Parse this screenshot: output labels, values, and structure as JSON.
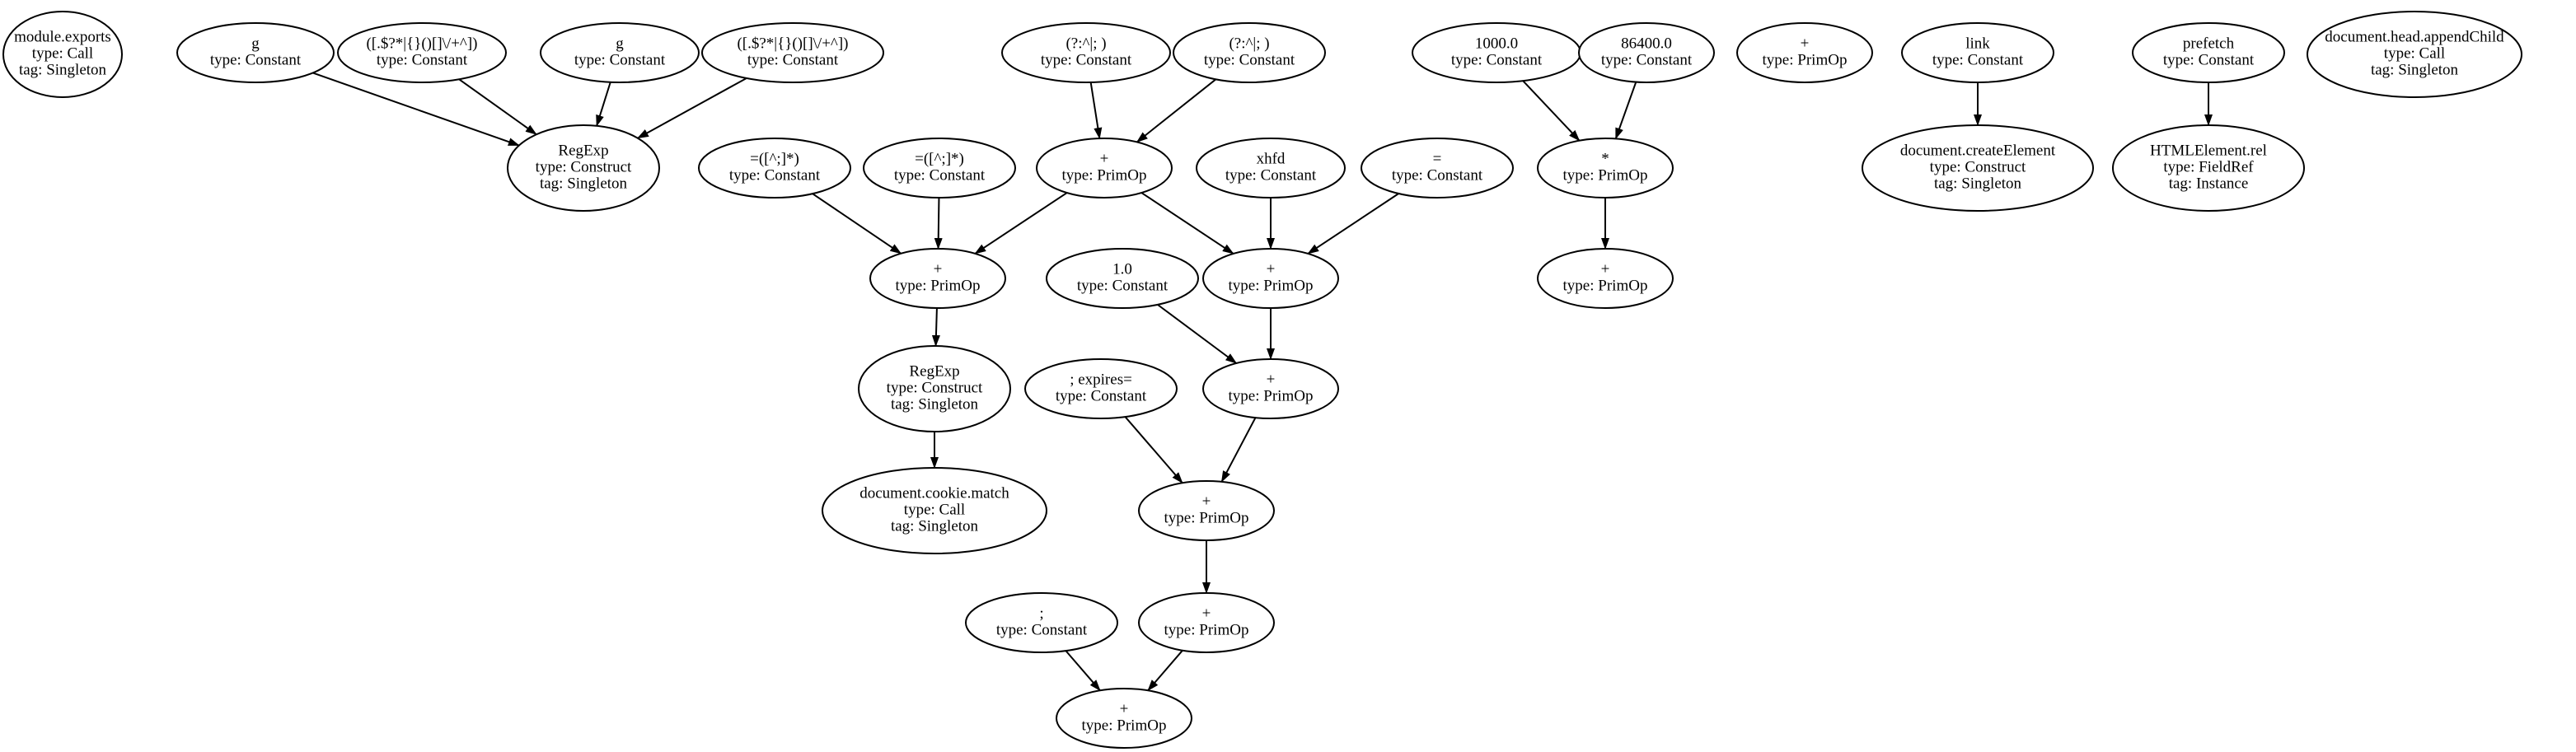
{
  "nodes": [
    {
      "id": "n1",
      "lines": [
        "module.exports",
        "type: Call",
        "tag: Singleton"
      ]
    },
    {
      "id": "n2",
      "lines": [
        "g",
        "type: Constant"
      ]
    },
    {
      "id": "n3",
      "lines": [
        "([.$?*|{}()[]\\/+^])",
        "type: Constant"
      ]
    },
    {
      "id": "n4",
      "lines": [
        "g",
        "type: Constant"
      ]
    },
    {
      "id": "n5",
      "lines": [
        "([.$?*|{}()[]\\/+^])",
        "type: Constant"
      ]
    },
    {
      "id": "n6",
      "lines": [
        "RegExp",
        "type: Construct",
        "tag: Singleton"
      ]
    },
    {
      "id": "n7",
      "lines": [
        "(?:^|; )",
        "type: Constant"
      ]
    },
    {
      "id": "n8",
      "lines": [
        "(?:^|; )",
        "type: Constant"
      ]
    },
    {
      "id": "n9",
      "lines": [
        "=([^;]*)",
        "type: Constant"
      ]
    },
    {
      "id": "n10",
      "lines": [
        "=([^;]*)",
        "type: Constant"
      ]
    },
    {
      "id": "n11",
      "lines": [
        "+",
        "type: PrimOp"
      ]
    },
    {
      "id": "n12",
      "lines": [
        "xhfd",
        "type: Constant"
      ]
    },
    {
      "id": "n13",
      "lines": [
        "=",
        "type: Constant"
      ]
    },
    {
      "id": "n14",
      "lines": [
        "+",
        "type: PrimOp"
      ]
    },
    {
      "id": "n15",
      "lines": [
        "+",
        "type: PrimOp"
      ]
    },
    {
      "id": "n16",
      "lines": [
        "1.0",
        "type: Constant"
      ]
    },
    {
      "id": "n17",
      "lines": [
        "RegExp",
        "type: Construct",
        "tag: Singleton"
      ]
    },
    {
      "id": "n18",
      "lines": [
        "+",
        "type: PrimOp"
      ]
    },
    {
      "id": "n19",
      "lines": [
        "; expires=",
        "type: Constant"
      ]
    },
    {
      "id": "n20",
      "lines": [
        "document.cookie.match",
        "type: Call",
        "tag: Singleton"
      ]
    },
    {
      "id": "n21",
      "lines": [
        "+",
        "type: PrimOp"
      ]
    },
    {
      "id": "n22",
      "lines": [
        ";",
        "type: Constant"
      ]
    },
    {
      "id": "n23",
      "lines": [
        "+",
        "type: PrimOp"
      ]
    },
    {
      "id": "n24",
      "lines": [
        "+",
        "type: PrimOp"
      ]
    },
    {
      "id": "n25",
      "lines": [
        "1000.0",
        "type: Constant"
      ]
    },
    {
      "id": "n26",
      "lines": [
        "86400.0",
        "type: Constant"
      ]
    },
    {
      "id": "n27",
      "lines": [
        "*",
        "type: PrimOp"
      ]
    },
    {
      "id": "n28",
      "lines": [
        "+",
        "type: PrimOp"
      ]
    },
    {
      "id": "n29",
      "lines": [
        "+",
        "type: PrimOp"
      ]
    },
    {
      "id": "n30",
      "lines": [
        "link",
        "type: Constant"
      ]
    },
    {
      "id": "n31",
      "lines": [
        "document.createElement",
        "type: Construct",
        "tag: Singleton"
      ]
    },
    {
      "id": "n32",
      "lines": [
        "prefetch",
        "type: Constant"
      ]
    },
    {
      "id": "n33",
      "lines": [
        "HTMLElement.rel",
        "type: FieldRef",
        "tag: Instance"
      ]
    },
    {
      "id": "n34",
      "lines": [
        "document.head.appendChild",
        "type: Call",
        "tag: Singleton"
      ]
    }
  ],
  "edges": [
    [
      "n2",
      "n6"
    ],
    [
      "n3",
      "n6"
    ],
    [
      "n4",
      "n6"
    ],
    [
      "n5",
      "n6"
    ],
    [
      "n7",
      "n11"
    ],
    [
      "n8",
      "n11"
    ],
    [
      "n9",
      "n14"
    ],
    [
      "n10",
      "n14"
    ],
    [
      "n11",
      "n14"
    ],
    [
      "n11",
      "n15"
    ],
    [
      "n12",
      "n15"
    ],
    [
      "n13",
      "n15"
    ],
    [
      "n14",
      "n17"
    ],
    [
      "n17",
      "n20"
    ],
    [
      "n15",
      "n18"
    ],
    [
      "n16",
      "n18"
    ],
    [
      "n18",
      "n21"
    ],
    [
      "n19",
      "n21"
    ],
    [
      "n21",
      "n23"
    ],
    [
      "n22",
      "n24"
    ],
    [
      "n23",
      "n24"
    ],
    [
      "n25",
      "n27"
    ],
    [
      "n26",
      "n27"
    ],
    [
      "n27",
      "n28"
    ],
    [
      "n30",
      "n31"
    ],
    [
      "n32",
      "n33"
    ]
  ]
}
